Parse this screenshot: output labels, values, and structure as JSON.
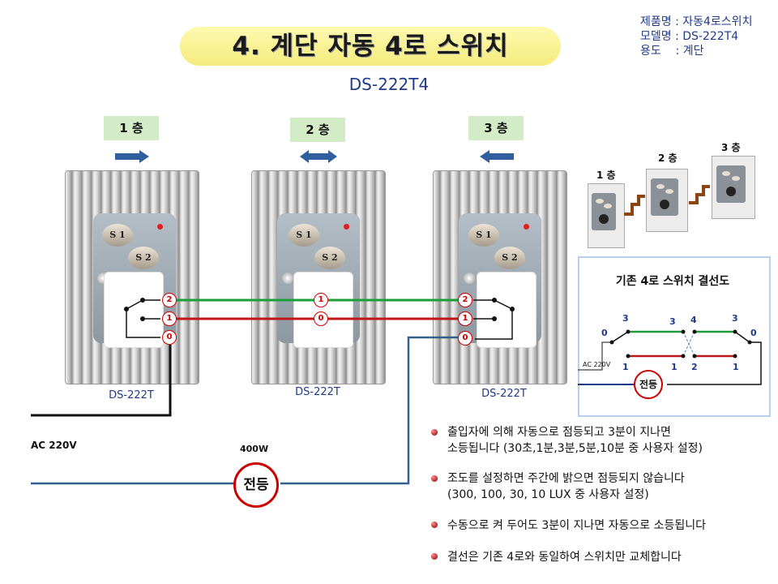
{
  "header": {
    "title": "4. 계단 자동 4로 스위치",
    "subtitle": "DS-222T4",
    "info_lines": [
      "제품명 : 자동4로스위치",
      "모델명 : DS-222T4",
      "용도    : 계단"
    ]
  },
  "floors": [
    {
      "label": "1 층",
      "arrow": "right"
    },
    {
      "label": "2 층",
      "arrow": "both"
    },
    {
      "label": "3 층",
      "arrow": "left"
    }
  ],
  "switches": [
    {
      "model": "DS-222T",
      "buttons": [
        "S 1",
        "S 2"
      ],
      "terminals": [
        "2",
        "1",
        "0"
      ]
    },
    {
      "model": "DS-222T",
      "buttons": [
        "S 1",
        "S 2"
      ],
      "terminals": [
        "1",
        "0"
      ]
    },
    {
      "model": "DS-222T",
      "buttons": [
        "S 1",
        "S 2"
      ],
      "terminals": [
        "2",
        "1",
        "0"
      ]
    }
  ],
  "power": {
    "label": "AC 220V"
  },
  "lamp": {
    "label": "전등",
    "wattage": "400W"
  },
  "mini_floors": [
    "1 층",
    "2 층",
    "3 층"
  ],
  "legacy_diagram": {
    "title": "기존 4로 스위치 결선도",
    "top_labels": [
      "3",
      "3",
      "4",
      "3"
    ],
    "side_labels": [
      "0",
      "0"
    ],
    "bottom_labels": [
      "1",
      "1",
      "2",
      "1"
    ],
    "power": "AC 220V",
    "lamp": "전등"
  },
  "features": [
    "출입자에 의해 자동으로 점등되고 3분이 지나면\n소등됩니다 (30초,1분,3분,5분,10분 중 사용자 설정)",
    "조도를 설정하면 주간에 밝으면 점등되지 않습니다\n(300, 100, 30, 10 LUX 중 사용자 설정)",
    "수동으로 켜 두어도 3분이 지나면 자동으로 소등됩니다",
    "결선은 기존 4로와 동일하여 스위치만 교체합니다"
  ],
  "colors": {
    "wire_green": "#1e9e3a",
    "wire_red": "#c01818",
    "wire_blue": "#355f8c",
    "wire_black": "#111111",
    "arrow_blue": "#2f5f9e",
    "accent_red": "#cc0000",
    "text_blue": "#1f3a8a"
  }
}
